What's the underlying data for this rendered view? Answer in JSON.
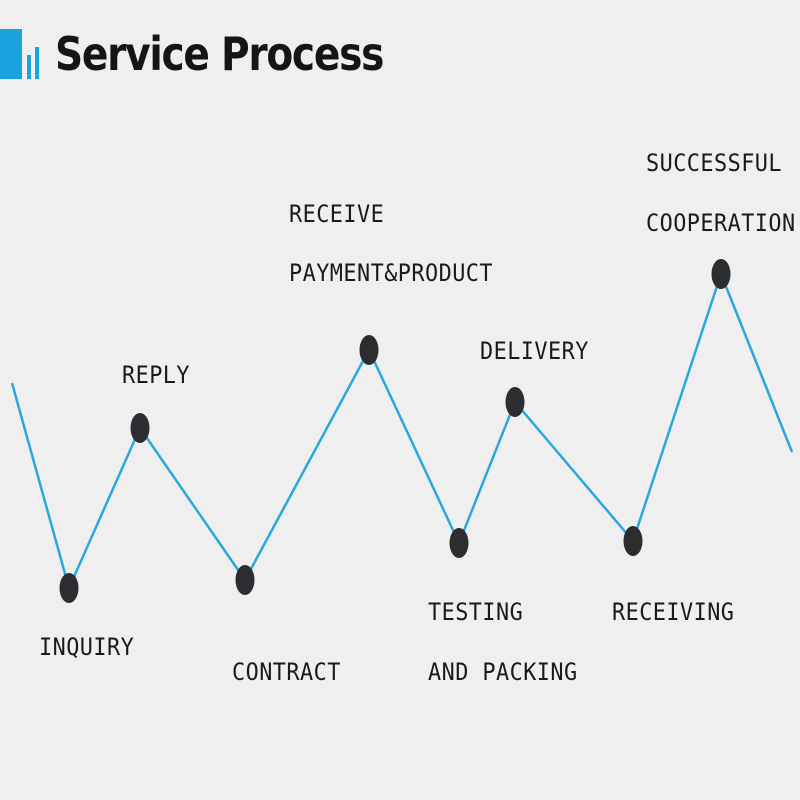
{
  "header": {
    "title": "Service Process"
  },
  "colors": {
    "accent": "#1aa3dd",
    "line": "#29a8df",
    "node": "#2b2d30",
    "background": "#efefef"
  },
  "steps": [
    {
      "label_lines": [
        "INQUIRY"
      ]
    },
    {
      "label_lines": [
        "REPLY"
      ]
    },
    {
      "label_lines": [
        "CONTRACT"
      ]
    },
    {
      "label_lines": [
        "RECEIVE",
        "PAYMENT&PRODUCT"
      ]
    },
    {
      "label_lines": [
        "TESTING",
        "AND PACKING"
      ]
    },
    {
      "label_lines": [
        "DELIVERY"
      ]
    },
    {
      "label_lines": [
        "RECEIVING"
      ]
    },
    {
      "label_lines": [
        "SUCCESSFUL",
        "COOPERATION"
      ]
    }
  ]
}
